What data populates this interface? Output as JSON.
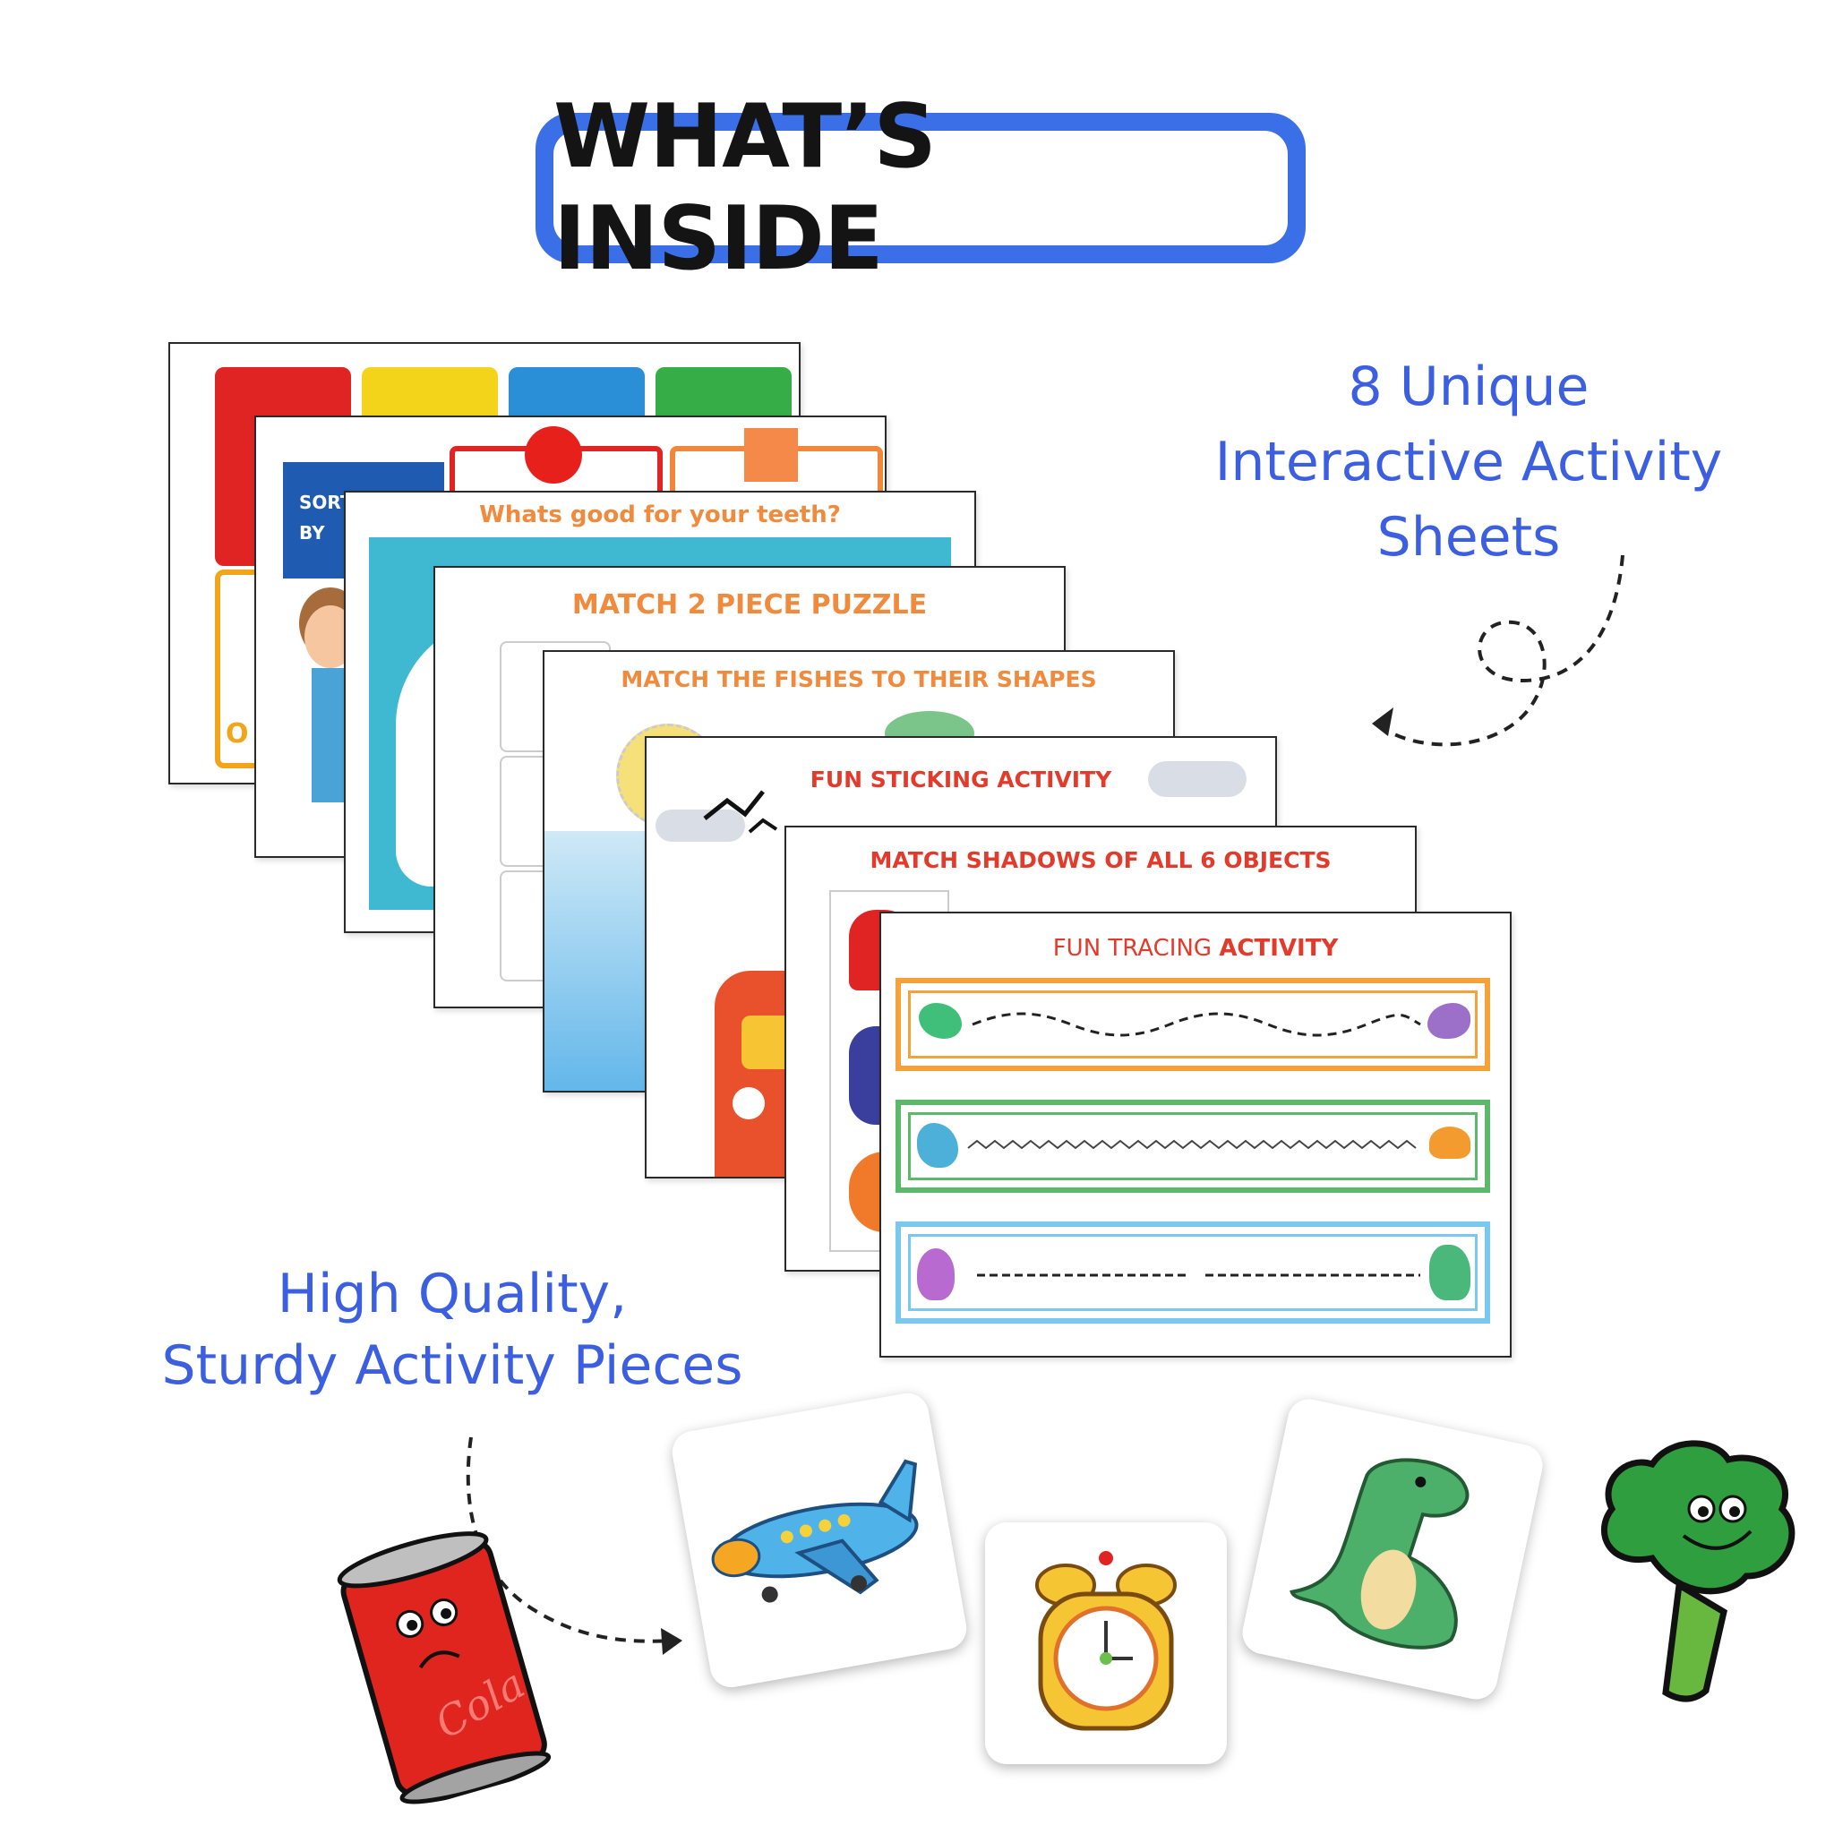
{
  "title": "WHAT’S INSIDE",
  "captions": {
    "right": [
      "8 Unique",
      "Interactive Activity",
      "Sheets"
    ],
    "left": [
      "High Quality,",
      "Sturdy Activity Pieces"
    ]
  },
  "sheets": {
    "sorting_label": [
      "SORT",
      "BY"
    ],
    "sorting_cut_letters": "O",
    "teeth": "Whats good for your teeth?",
    "puzzle": "MATCH 2 PIECE PUZZLE",
    "fishes": "MATCH THE FISHES TO THEIR SHAPES",
    "sticking": "FUN STICKING ACTIVITY",
    "shadows": "MATCH SHADOWS OF ALL 6 OBJECTS",
    "tracing_plain": "FUN TRACING ",
    "tracing_bold": "ACTIVITY"
  },
  "can_label": "Cola",
  "colors": {
    "accent_blue": "#3b6fe8",
    "caption_blue": "#3b5fe0",
    "title_orange": "#f08a3c",
    "title_red": "#e23b2c",
    "tracing_orange": "#f5a23a",
    "tracing_green": "#5cb96b",
    "tracing_blue": "#79c8ef"
  }
}
